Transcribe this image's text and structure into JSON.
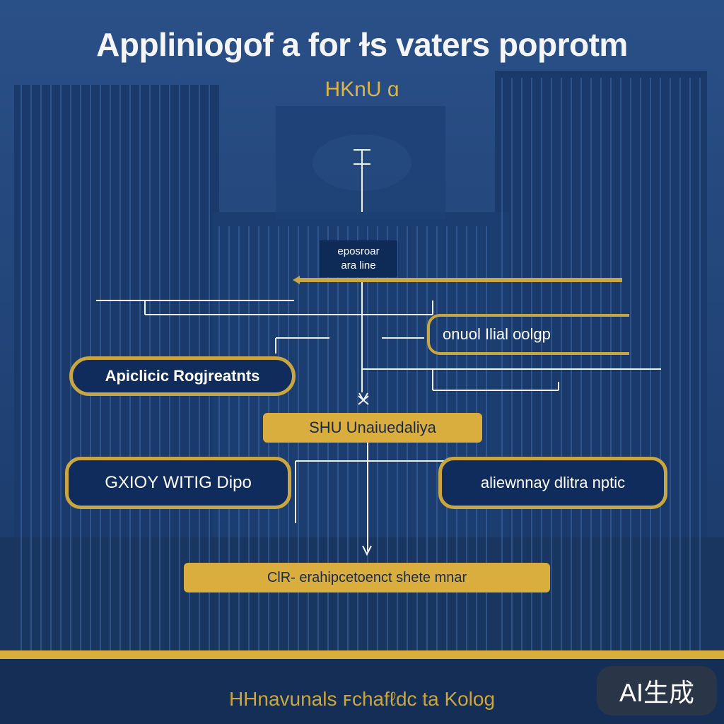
{
  "title": "Applinioɡof a for ɫs vaters poprotm",
  "subtitle": "HKnU ɑ",
  "small_box": {
    "line1": "eposroar",
    "line2": "ara line"
  },
  "nodes": {
    "application_requirements": "Apiclicic Rogjreatnts",
    "outline_label": "onuol Ilial oolgp",
    "hku_university": "SHU Unaiuedaliya",
    "left_node": "GXIOY WITIG Dipo",
    "right_node": "aliewnnay dlitra nptic",
    "bottom_node": "ClR- erahipcetoenct shete mnar"
  },
  "footer": "HHnavunals ꜰchafℓdc ta Kolog",
  "badge": "AI生成",
  "colors": {
    "navy": "#0f2c5c",
    "gold": "#d9ae3e",
    "background": "#1d3f73",
    "line": "#eef2f8"
  }
}
